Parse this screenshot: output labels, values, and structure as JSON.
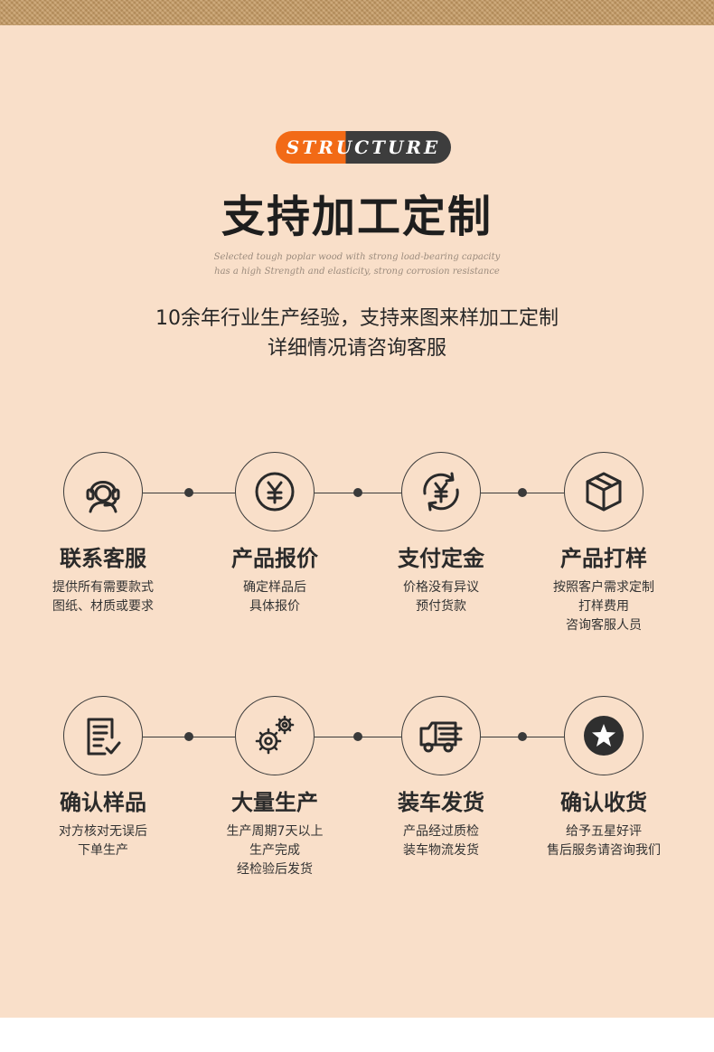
{
  "header": {
    "badge_text": "STRUCTURE",
    "title": "支持加工定制",
    "subtitle_en_1": "Selected tough poplar wood with strong load-bearing capacity",
    "subtitle_en_2": "has a high Strength and elasticity, strong corrosion resistance",
    "desc_1": "10余年行业生产经验，支持来图来样加工定制",
    "desc_2": "详细情况请咨询客服"
  },
  "steps_row1": [
    {
      "icon": "customer-service-icon",
      "title": "联系客服",
      "desc": [
        "提供所有需要款式",
        "图纸、材质或要求"
      ]
    },
    {
      "icon": "yuan-coin-icon",
      "title": "产品报价",
      "desc": [
        "确定样品后",
        "具体报价"
      ]
    },
    {
      "icon": "yuan-cycle-icon",
      "title": "支付定金",
      "desc": [
        "价格没有异议",
        "预付货款"
      ]
    },
    {
      "icon": "box-icon",
      "title": "产品打样",
      "desc": [
        "按照客户需求定制",
        "打样费用",
        "咨询客服人员"
      ]
    }
  ],
  "steps_row2": [
    {
      "icon": "document-check-icon",
      "title": "确认样品",
      "desc": [
        "对方核对无误后",
        "下单生产"
      ]
    },
    {
      "icon": "gears-icon",
      "title": "大量生产",
      "desc": [
        "生产周期7天以上",
        "生产完成",
        "经检验后发货"
      ]
    },
    {
      "icon": "truck-icon",
      "title": "装车发货",
      "desc": [
        "产品经过质检",
        "装车物流发货"
      ]
    },
    {
      "icon": "star-badge-icon",
      "title": "确认收货",
      "desc": [
        "给予五星好评",
        "售后服务请咨询我们"
      ]
    }
  ],
  "colors": {
    "panel": "#f9dfc9",
    "accent": "#f26a16",
    "dark": "#3d3d3d"
  }
}
